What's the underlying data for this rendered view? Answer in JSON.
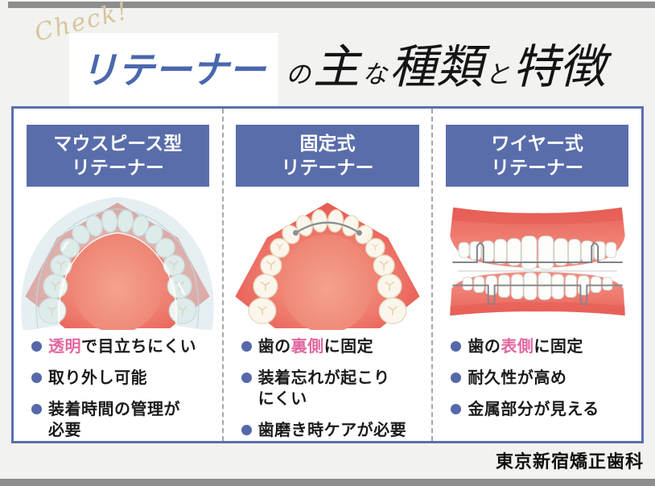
{
  "page": {
    "background_color": "#f2f2f0",
    "accent_blue": "#5a6dab",
    "pink": "#e2679f",
    "bar_color": "#8d8d8d"
  },
  "header": {
    "check_label": "Check!",
    "title": {
      "highlight": "リテーナー",
      "particle1": "の",
      "word1": "主",
      "particle2": "な",
      "word2": "種類",
      "particle3": "と",
      "word3": "特徴"
    }
  },
  "columns": [
    {
      "header": "マウスピース型\nリテーナー",
      "illustration": "mouthpiece-retainer",
      "bullets": [
        {
          "pre": "",
          "pink": "透明",
          "post": "で目立ちにくい"
        },
        {
          "pre": "取り外し可能",
          "pink": "",
          "post": ""
        },
        {
          "pre": "装着時間の管理が\n必要",
          "pink": "",
          "post": ""
        }
      ]
    },
    {
      "header": "固定式\nリテーナー",
      "illustration": "fixed-retainer",
      "bullets": [
        {
          "pre": "歯の",
          "pink": "裏側",
          "post": "に固定"
        },
        {
          "pre": "装着忘れが起こり\nにくい",
          "pink": "",
          "post": ""
        },
        {
          "pre": "歯磨き時ケアが必要",
          "pink": "",
          "post": ""
        }
      ]
    },
    {
      "header": "ワイヤー式\nリテーナー",
      "illustration": "wire-retainer",
      "bullets": [
        {
          "pre": "歯の",
          "pink": "表側",
          "post": "に固定"
        },
        {
          "pre": "耐久性が高め",
          "pink": "",
          "post": ""
        },
        {
          "pre": "金属部分が見える",
          "pink": "",
          "post": ""
        }
      ]
    }
  ],
  "footer": {
    "clinic_name": "東京新宿矯正歯科"
  }
}
